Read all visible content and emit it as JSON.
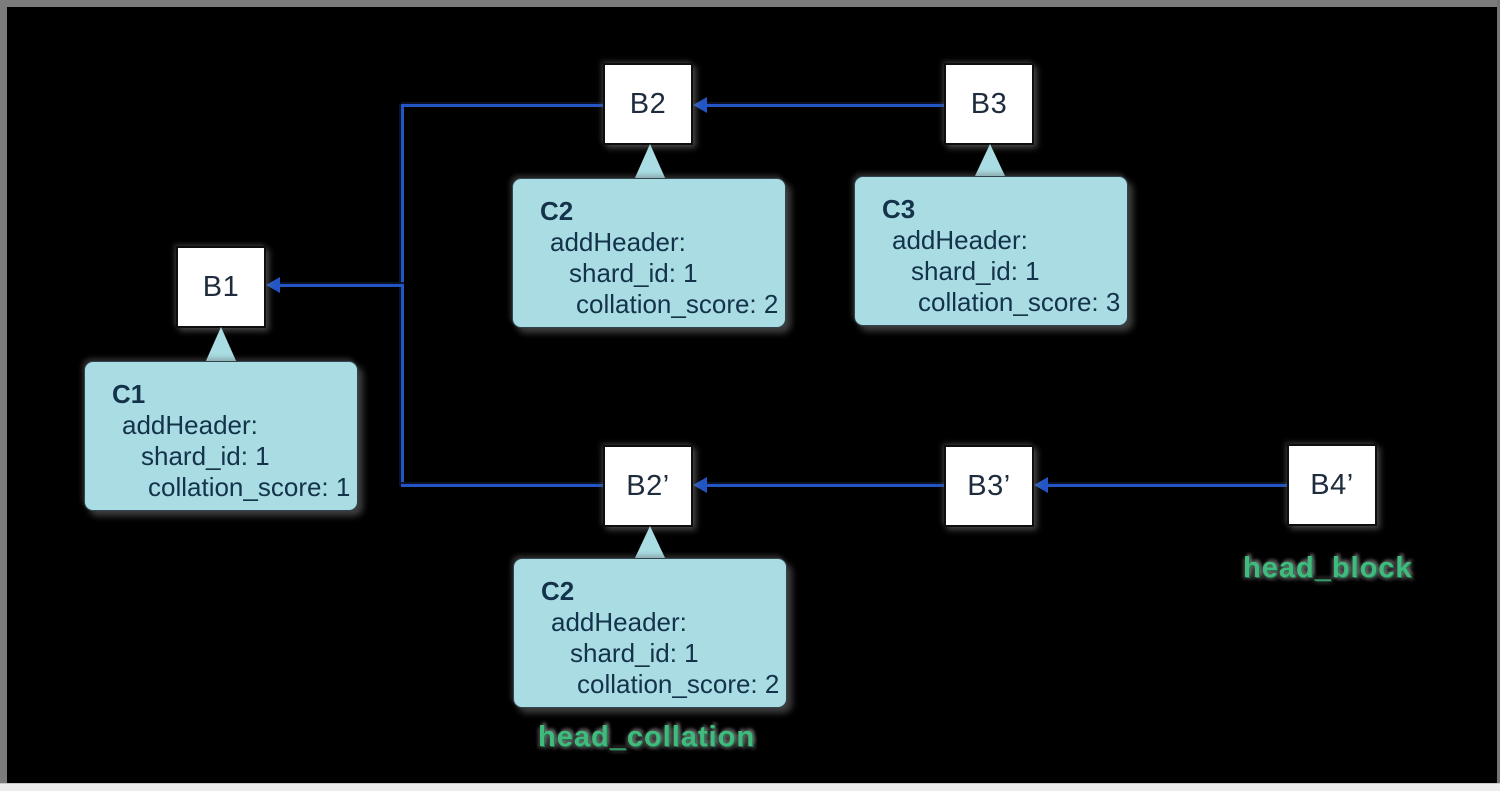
{
  "colors": {
    "background": "#000000",
    "frame_gray": "#7c7c7c",
    "bottom_strip": "#ececec",
    "arrow_blue": "#2355c5",
    "block_fill": "#ffffff",
    "block_text": "#1e2c3d",
    "callout_fill": "#a9dde3",
    "callout_text": "#14324a",
    "label_green": "#41bb7d"
  },
  "blocks": {
    "b1": {
      "label": "B1"
    },
    "b2": {
      "label": "B2"
    },
    "b3": {
      "label": "B3"
    },
    "b2p": {
      "label": "B2’"
    },
    "b3p": {
      "label": "B3’"
    },
    "b4p": {
      "label": "B4’"
    }
  },
  "callouts": {
    "c1": {
      "title": "C1",
      "line1": "addHeader:",
      "line2": "shard_id: 1",
      "line3": "collation_score: 1"
    },
    "c2_top": {
      "title": "C2",
      "line1": "addHeader:",
      "line2": "shard_id: 1",
      "line3": "collation_score: 2"
    },
    "c3": {
      "title": "C3",
      "line1": "addHeader:",
      "line2": "shard_id: 1",
      "line3": "collation_score: 3"
    },
    "c2_bottom": {
      "title": "C2",
      "line1": "addHeader:",
      "line2": "shard_id: 1",
      "line3": "collation_score: 2"
    }
  },
  "annotations": {
    "head_collation": "head_collation",
    "head_block": "head_block"
  }
}
